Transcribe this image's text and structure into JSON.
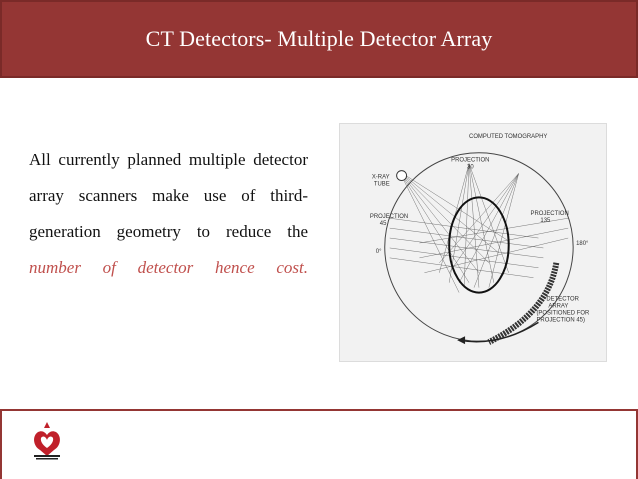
{
  "slide": {
    "title": "CT Detectors- Multiple Detector Array",
    "body_parts": [
      "All currently planned multiple detector array scanners make use of third-generation geometry to reduce the ",
      "number of detector hence cost."
    ]
  },
  "figure": {
    "heading": "COMPUTED TOMOGRAPHY",
    "labels": {
      "xray_tube_1": "X-RAY",
      "xray_tube_2": "TUBE",
      "projection30_1": "PROJECTION",
      "projection30_2": "30",
      "projection45_1": "PROJECTION",
      "projection45_2": "45",
      "projection135_1": "PROJECTION",
      "projection135_2": "135",
      "zero_deg": "0°",
      "deg180": "180°",
      "detector_array_1": "DETECTOR",
      "detector_array_2": "ARRAY",
      "detector_array_3": "(POSITIONED FOR",
      "detector_array_4": "PROJECTION 45)"
    }
  },
  "colors": {
    "title_bar": "#943634",
    "accent_text": "#c0504d",
    "footer_border": "#943634"
  },
  "logo": {
    "icon": "institution-logo-icon"
  }
}
